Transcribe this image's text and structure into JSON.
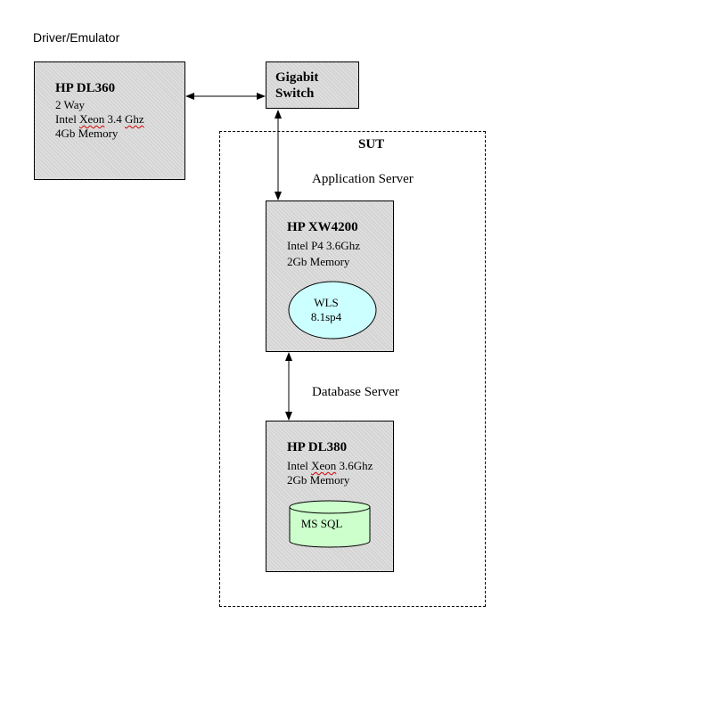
{
  "labels": {
    "driver_emulator": "Driver/Emulator",
    "sut": "SUT",
    "application_server": "Application Server",
    "database_server": "Database Server"
  },
  "dl360": {
    "title": "HP DL360",
    "line1": "2 Way",
    "line2_a": "Intel ",
    "line2_b": "Xeon",
    "line2_c": " 3.4 ",
    "line2_d": "Ghz",
    "line3": "4Gb Memory"
  },
  "switch": {
    "line1": "Gigabit",
    "line2": "Switch"
  },
  "xw4200": {
    "title": "HP XW4200",
    "line1": "Intel P4 3.6Ghz",
    "line2": "2Gb Memory",
    "component_line1": "WLS",
    "component_line2": "8.1sp4"
  },
  "dl380": {
    "title": "HP DL380",
    "line1_a": "Intel ",
    "line1_b": "Xeon",
    "line1_c": " 3.6Ghz",
    "line2": "2Gb Memory",
    "component": "MS SQL"
  },
  "colors": {
    "box_fill": "#d4d4d4",
    "wls_fill": "#ccffff",
    "mssql_fill": "#ccffcc"
  }
}
